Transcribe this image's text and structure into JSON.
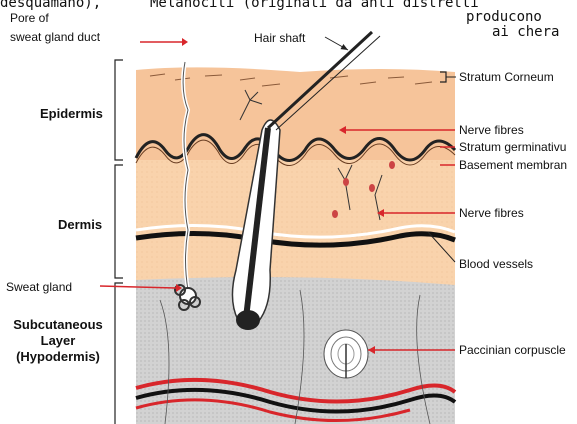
{
  "overlay_text": {
    "line1_left": "desquamano),",
    "line1_right": "Melanociti (originati da anti distretti",
    "line2": "producono",
    "line3": "ai chera"
  },
  "labels": {
    "pore": [
      "Pore of",
      "sweat gland duct"
    ],
    "hair_shaft": "Hair shaft",
    "epidermis": "Epidermis",
    "dermis": "Dermis",
    "sweat_gland": "Sweat gland",
    "subcutaneous": [
      "Subcutaneous",
      "Layer",
      "(Hypodermis)"
    ],
    "stratum_corneum": "Stratum Corneum",
    "nerve_fibres_top": "Nerve fibres",
    "stratum_germinativum": "Stratum germinativu",
    "basement_membrane": "Basement membran",
    "nerve_fibres_mid": "Nerve fibres",
    "blood_vessels": "Blood vessels",
    "paccinian": "Paccinian corpuscle"
  },
  "colors": {
    "epidermis_fill": "#f6c49a",
    "dermis_fill": "#f9d3ac",
    "hypodermis_fill": "#cfcfcf",
    "arrow_red": "#d8262b",
    "vessel_red": "#d8262b"
  }
}
